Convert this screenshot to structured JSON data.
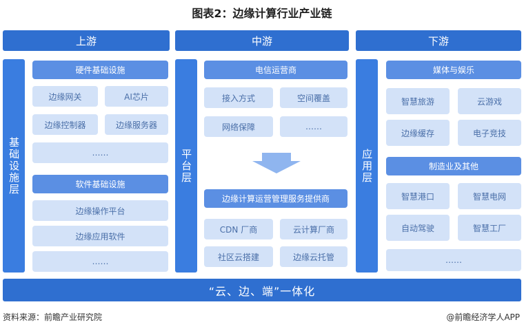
{
  "title": "图表2：边缘计算行业产业链",
  "columns": {
    "upstream": "上游",
    "midstream": "中游",
    "downstream": "下游"
  },
  "upstream": {
    "side_label": "基础设施层",
    "hardware": {
      "title": "硬件基础设施",
      "items": [
        "边缘网关",
        "AI芯片",
        "边缘控制器",
        "边缘服务器",
        "……"
      ]
    },
    "software": {
      "title": "软件基础设施",
      "items": [
        "边缘操作平台",
        "边缘应用软件",
        "……"
      ]
    }
  },
  "midstream": {
    "side_label": "平台层",
    "telecom": {
      "title": "电信运营商",
      "items": [
        "接入方式",
        "空间覆盖",
        "网络保障",
        "……"
      ]
    },
    "provider": {
      "title": "边缘计算运营管理服务提供商",
      "items": [
        "CDN 厂商",
        "云计算厂商",
        "社区云搭建",
        "边缘云托管"
      ]
    }
  },
  "downstream": {
    "side_label": "应用层",
    "media": {
      "title": "媒体与娱乐",
      "items": [
        "智慧旅游",
        "云游戏",
        "边缘缓存",
        "电子竞技"
      ]
    },
    "manufacturing": {
      "title": "制造业及其他",
      "items": [
        "智慧港口",
        "智慧电网",
        "自动驾驶",
        "智慧工厂",
        "……"
      ]
    }
  },
  "bottom_bar": "“云、边、端”一体化",
  "footer": {
    "source": "资料来源：前瞻产业研究院",
    "credit": "@前瞻经济学人APP"
  },
  "colors": {
    "header": "#2f6fd0",
    "side": "#3a7de0",
    "category": "#5b8fe3",
    "item_bg": "#d3e2f8",
    "item_text": "#4a6fa8",
    "arrow": "#8fb5ef"
  }
}
